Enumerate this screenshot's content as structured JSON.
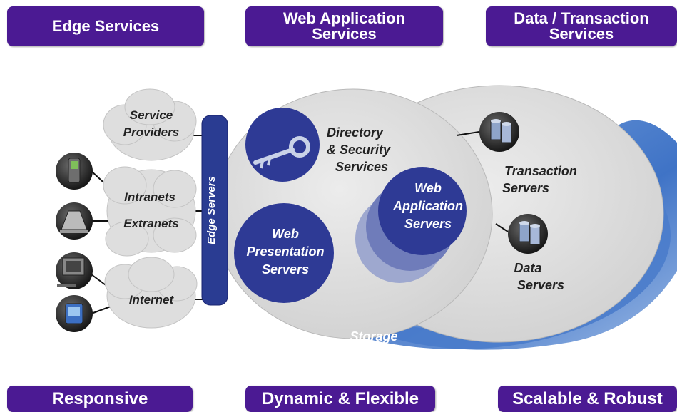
{
  "top_banners": {
    "edge": [
      "Edge Services"
    ],
    "web_app": [
      "Web Application",
      "Services"
    ],
    "data_txn": [
      "Data / Transaction",
      "Services"
    ]
  },
  "bottom_banners": {
    "responsive": "Responsive",
    "dynamic": "Dynamic & Flexible",
    "scalable": "Scalable & Robust"
  },
  "clouds": {
    "service_providers": [
      "Service",
      "Providers"
    ],
    "intranets": "Intranets",
    "extranets": "Extranets",
    "internet": "Internet"
  },
  "edge_bar": "Edge Servers",
  "nodes": {
    "directory": [
      "Directory",
      "& Security",
      "Services"
    ],
    "web_app_servers": [
      "Web",
      "Application",
      "Servers"
    ],
    "web_presentation": [
      "Web",
      "Presentation",
      "Servers"
    ],
    "transaction": [
      "Transaction",
      "Servers"
    ],
    "data": [
      "Data",
      "Servers"
    ],
    "storage": "Storage"
  },
  "colors": {
    "banner": "#4b1a93",
    "node_blue": "#2e3a95",
    "edge_bar": "#2a3c92",
    "storage": "#3f73c6",
    "big_circle": "#dcdcdc",
    "cloud": "#dedede"
  }
}
